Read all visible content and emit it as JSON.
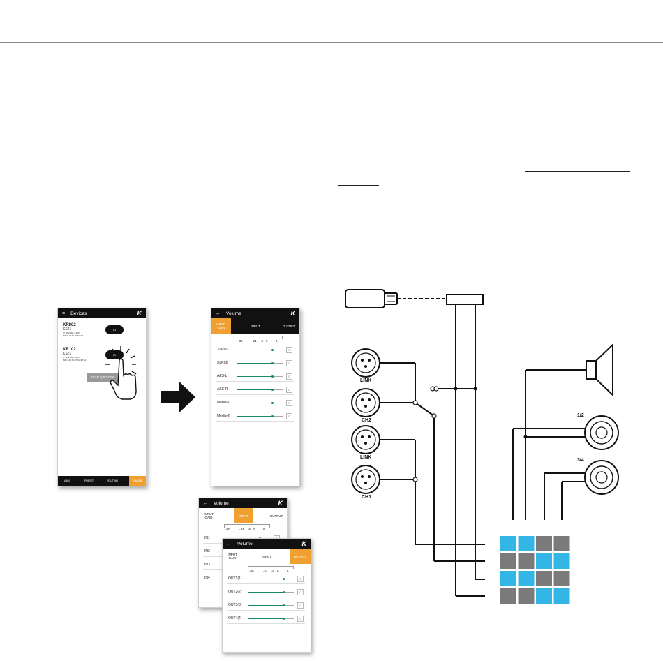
{
  "devices_screen": {
    "title": "Devices",
    "logo": "K",
    "devices": [
      {
        "name": "KR802",
        "model": "KS41",
        "ip": "IP: 192.168.1.100",
        "mac": "MAC: 44:7E:07:6A:00"
      },
      {
        "name": "KR102",
        "model": "KS21",
        "ip": "IP: 192.168.1.105",
        "mac": "MAC: 44:7E:07:6A:28:41"
      }
    ],
    "badge_text": "ID",
    "scan_button": "SCAN QR CODE",
    "nav": [
      "MAIN",
      "PRESET",
      "ROUTING",
      "VOLUME"
    ]
  },
  "volume_main": {
    "title": "Volume",
    "tabs": [
      "INPUT\nGAIN",
      "INPUT",
      "OUTPUT"
    ],
    "scale": [
      "-80",
      "-24",
      "-6",
      "0",
      "6"
    ],
    "rows": [
      {
        "label": "XLR01",
        "level": 0.78,
        "value": "0"
      },
      {
        "label": "XLR02",
        "level": 0.78,
        "value": "0"
      },
      {
        "label": "AES-L",
        "level": 0.78,
        "value": "0"
      },
      {
        "label": "AES-R",
        "level": 0.78,
        "value": "0"
      },
      {
        "label": "Media-1",
        "level": 0.78,
        "value": "0"
      },
      {
        "label": "Media-2",
        "level": 0.78,
        "value": "0"
      }
    ]
  },
  "volume_input": {
    "title": "Volume",
    "tabs": [
      "INPUT\nGAIN",
      "INPUT",
      "OUTPUT"
    ],
    "scale": [
      "-80",
      "-24",
      "-6",
      "0",
      "6"
    ],
    "rows": [
      {
        "label": "IN1",
        "level": 0.78,
        "value": "0"
      },
      {
        "label": "IN2",
        "level": 0.78,
        "value": "0"
      },
      {
        "label": "IN3",
        "level": 0.78,
        "value": "0"
      },
      {
        "label": "IN4",
        "level": 0.78,
        "value": "0"
      }
    ]
  },
  "volume_output": {
    "title": "Volume",
    "tabs": [
      "INPUT\nGAIN",
      "INPUT",
      "OUTPUT"
    ],
    "scale": [
      "-80",
      "-24",
      "-6",
      "0",
      "6"
    ],
    "rows": [
      {
        "label": "OUT1(1)",
        "level": 0.78,
        "value": "0"
      },
      {
        "label": "OUT2(2)",
        "level": 0.78,
        "value": "0"
      },
      {
        "label": "OUT3(3)",
        "level": 0.78,
        "value": "0"
      },
      {
        "label": "OUT4(4)",
        "level": 0.78,
        "value": "0"
      }
    ]
  },
  "diagram": {
    "labels": {
      "link_top": "LINK",
      "ch2": "CH2",
      "link_bottom": "LINK",
      "ch1": "CH1",
      "out12": "1/2",
      "out34": "3/4"
    },
    "matrix_colors": [
      "#33b5e5",
      "#33b5e5",
      "#7a7a7a",
      "#7a7a7a",
      "#7a7a7a",
      "#7a7a7a",
      "#33b5e5",
      "#33b5e5",
      "#33b5e5",
      "#33b5e5",
      "#7a7a7a",
      "#7a7a7a",
      "#7a7a7a",
      "#7a7a7a",
      "#33b5e5",
      "#33b5e5"
    ]
  },
  "colors": {
    "accent": "#f0a030",
    "slider": "#1a8a5a",
    "matrix_on": "#33b5e5",
    "matrix_off": "#7a7a7a"
  }
}
